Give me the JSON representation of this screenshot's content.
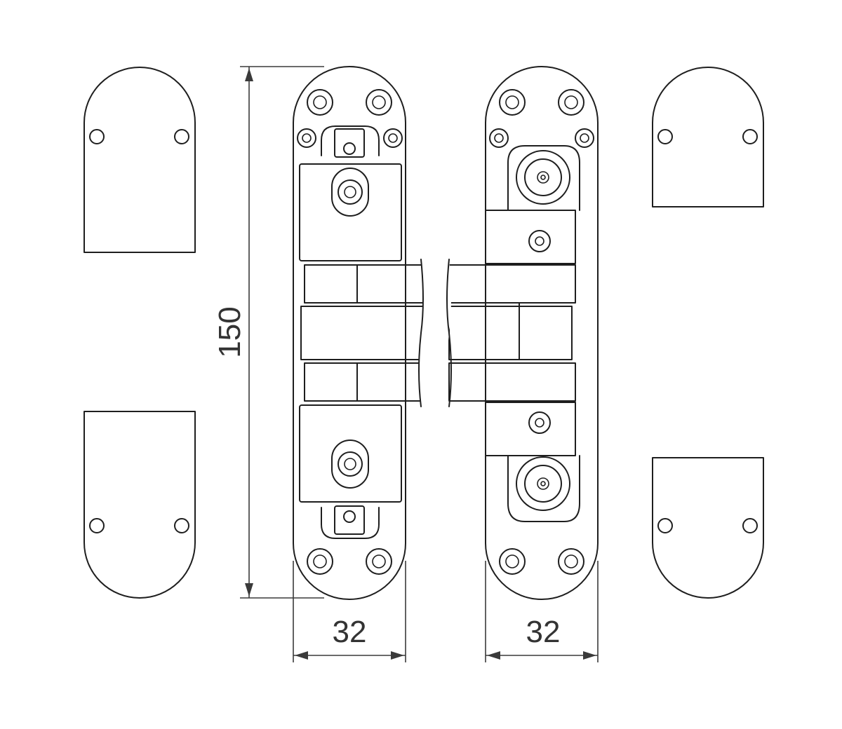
{
  "dimensions": {
    "height": "150",
    "width_left": "32",
    "width_right": "32"
  },
  "colors": {
    "stroke": "#1e1e1e",
    "dimension": "#3a3a3a",
    "background": "#ffffff"
  }
}
